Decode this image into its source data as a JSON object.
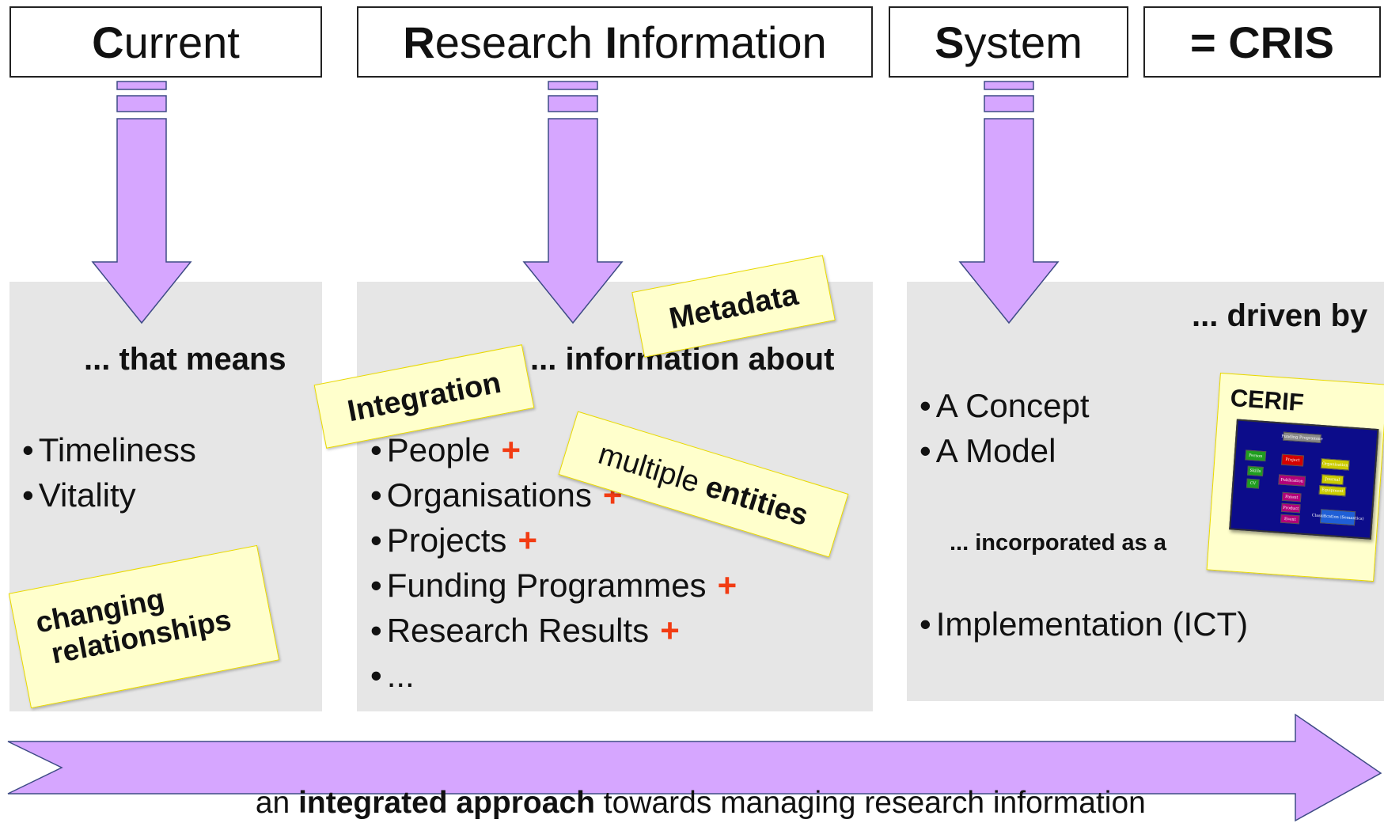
{
  "header": {
    "box1": {
      "initial": "C",
      "rest": "urrent"
    },
    "box2": {
      "initial1": "R",
      "rest1": "esearch ",
      "initial2": "I",
      "rest2": "nformation"
    },
    "box3": {
      "initial": "S",
      "rest": "ystem"
    },
    "box4": {
      "text": "= CRIS"
    }
  },
  "current_panel": {
    "heading": "... that means",
    "items": [
      "Timeliness",
      "Vitality"
    ],
    "note_line1": "changing",
    "note_line2": "relationships"
  },
  "research_panel": {
    "heading": "... information about",
    "items": [
      "People",
      "Organisations",
      "Projects",
      "Funding Programmes",
      "Research Results",
      "..."
    ],
    "plus": "+",
    "note_metadata": "Metadata",
    "note_integration": "Integration",
    "note_multiple": "multiple",
    "note_entities": "entities"
  },
  "system_panel": {
    "heading": "... driven by",
    "items": [
      "A Concept",
      "A Model"
    ],
    "incorporated": "... incorporated as a",
    "item_impl": "Implementation (ICT)",
    "cerif_title": "CERIF",
    "cerif_boxes": [
      "Funding Programme",
      "Person",
      "Project",
      "Organisation",
      "Skills",
      "Publication",
      "Journal",
      "CV",
      "Patent",
      "Equipment",
      "Product",
      "Event",
      "Classification (Semantics)"
    ]
  },
  "footer": {
    "text_pre": "an ",
    "text_bold": "integrated approach",
    "text_post": " towards managing research information"
  },
  "colors": {
    "arrow_fill": "#d6a6ff",
    "arrow_stroke": "#3e4b86",
    "panel_bg": "#e6e6e6",
    "sticky_bg": "#ffffcc",
    "plus": "#f23c13",
    "cerif_bg": "#0c0c8a"
  }
}
